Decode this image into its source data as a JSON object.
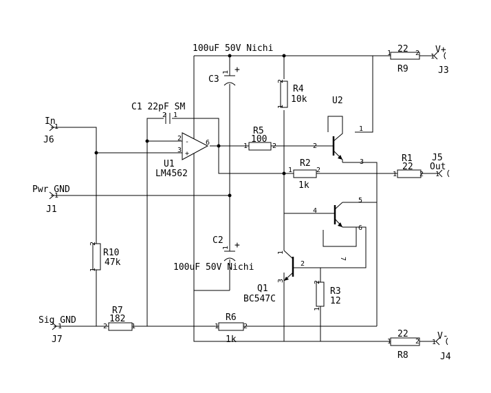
{
  "labels": {
    "c3_value": "100uF 50V Nichi",
    "c3_ref": "C3",
    "c2_value": "100uF 50V Nichi",
    "c2_ref": "C2",
    "c1_value": "C1 22pF SM",
    "r4_ref": "R4",
    "r4_value": "10k",
    "u2_ref": "U2",
    "r5_ref": "R5",
    "r5_value": "100",
    "r2_ref": "R2",
    "r2_value": "1k",
    "r1_ref": "R1",
    "r1_value": "22",
    "r9_ref": "R9",
    "r9_value": "22",
    "r8_ref": "R8",
    "r8_value": "22",
    "r3_ref": "R3",
    "r3_value": "12",
    "r6_ref": "R6",
    "r6_value": "1k",
    "r7_ref": "R7",
    "r7_value": "182",
    "r10_ref": "R10",
    "r10_value": "47k",
    "u1_ref": "U1",
    "u1_part": "LM4562",
    "q1_ref": "Q1",
    "q1_part": "BC547C",
    "j6_name": "In",
    "j6_ref": "J6",
    "j1_name": "Pwr GND",
    "j1_ref": "J1",
    "j7_name": "Sig GND",
    "j7_ref": "J7",
    "j3_name": "V+",
    "j3_ref": "J3",
    "j4_name": "V-",
    "j4_ref": "J4",
    "j5_ref": "J5",
    "j5_name": "Out"
  },
  "pins": {
    "one": "1",
    "two": "2",
    "three": "3",
    "four": "4",
    "five": "5",
    "six": "6",
    "seven": "7",
    "plus": "+",
    "minus": "-"
  }
}
